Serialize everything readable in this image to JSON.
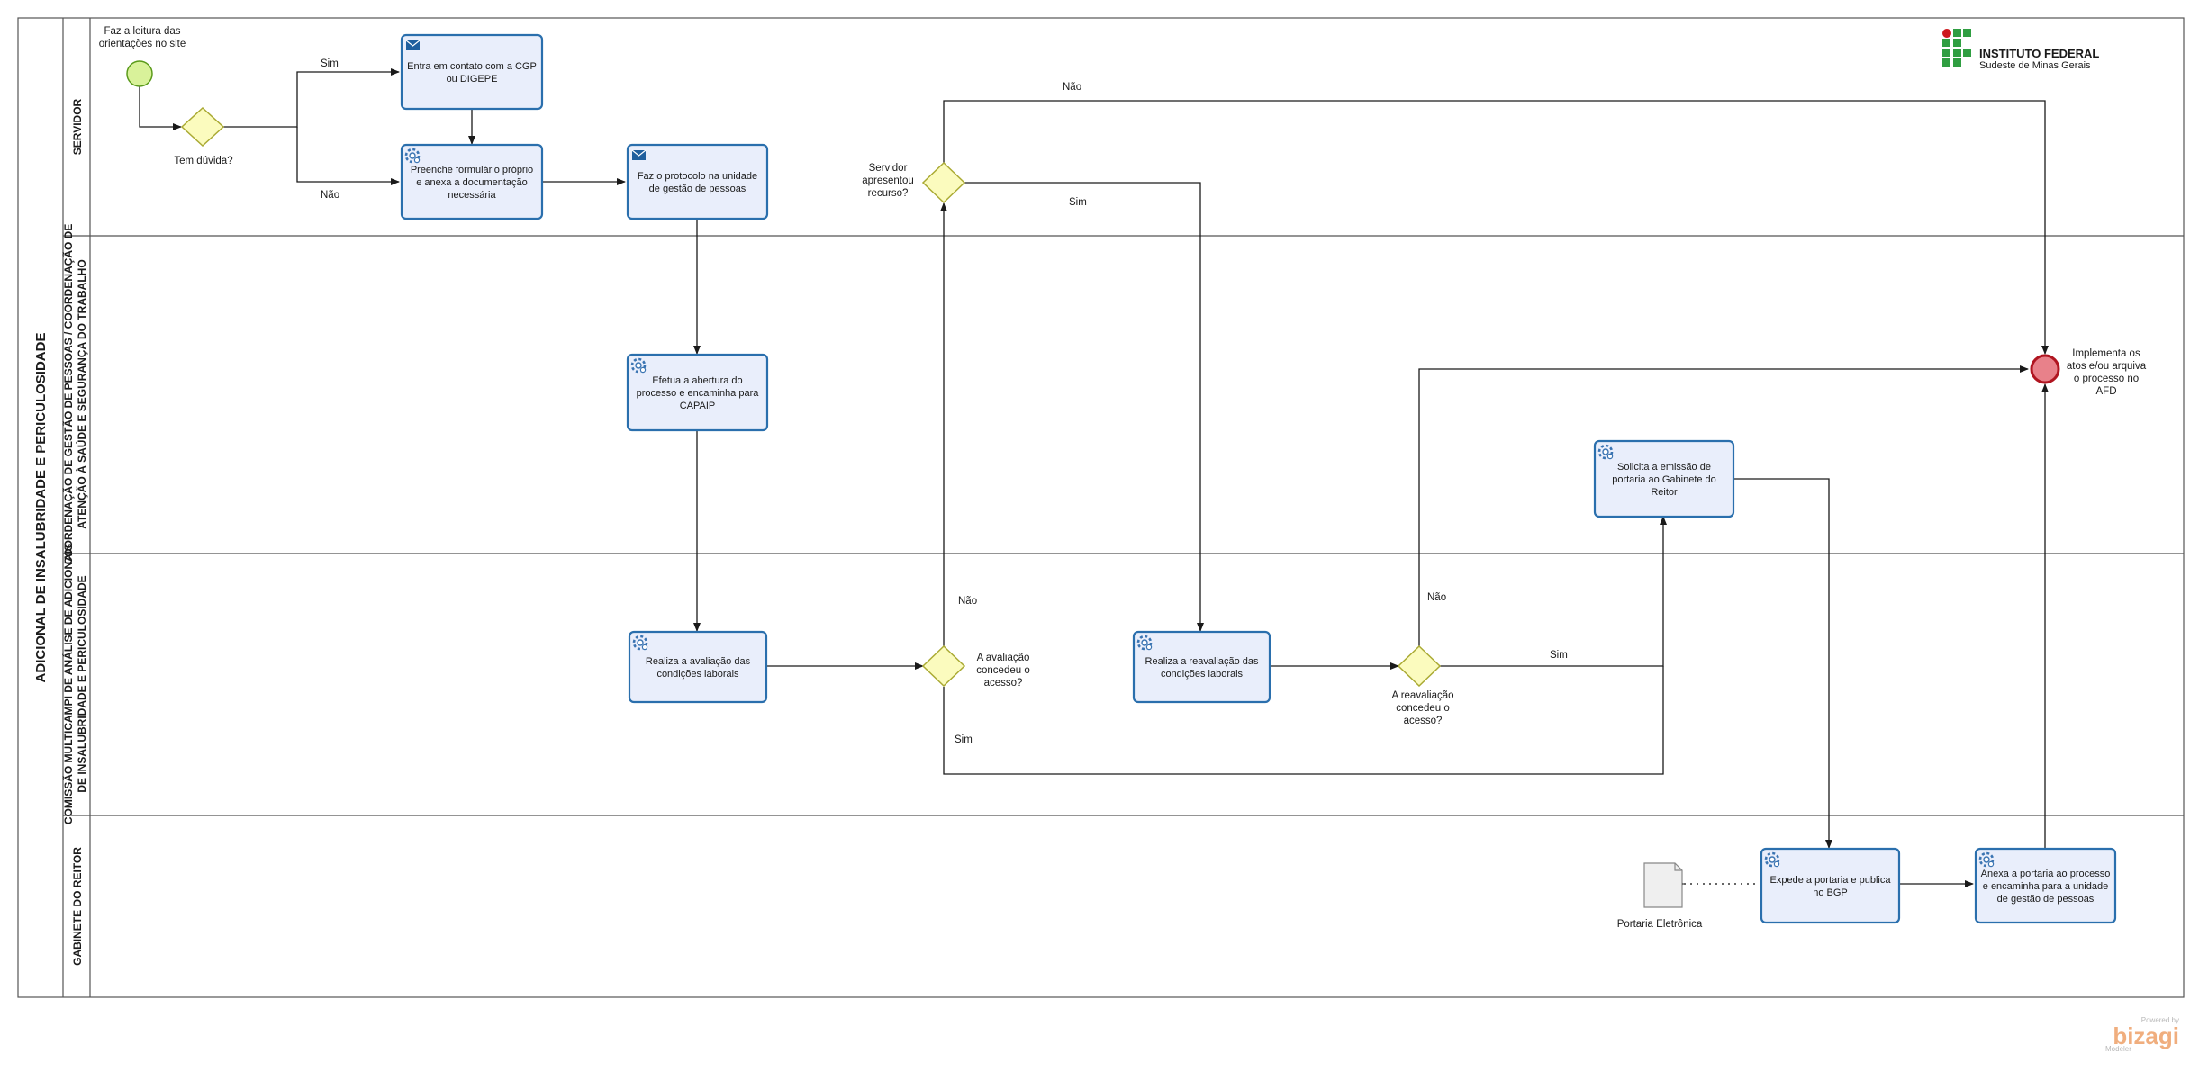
{
  "pool": {
    "title": "ADICIONAL DE INSALUBRIDADE E PERICULOSIDADE"
  },
  "lanes": [
    {
      "id": "servidor",
      "lines": [
        "SERVIDOR"
      ]
    },
    {
      "id": "coordenacao",
      "lines": [
        "COORDENAÇÃO DE GESTÃO DE PESSOAS / COORDENAÇÃO DE",
        "ATENÇÃO À SAÚDE E SEGURANÇA DO TRABALHO"
      ]
    },
    {
      "id": "comissao",
      "lines": [
        "COMISSÃO MULTICAMPI DE ANÁLISE DE ADICIONAIS",
        "DE INSALUBRIDADE E PERICULOSIDADE"
      ]
    },
    {
      "id": "gabinete",
      "lines": [
        "GABINETE DO REITOR"
      ]
    }
  ],
  "brand": {
    "name": "INSTITUTO FEDERAL",
    "sub": "Sudeste de Minas Gerais",
    "colors": {
      "green": "#2f9e41",
      "red": "#cd191e"
    }
  },
  "events": {
    "start": {
      "label_lines": [
        "Faz a leitura das",
        "orientações no site"
      ],
      "color": "#d9f29a"
    },
    "end": {
      "label_lines": [
        "Implementa os",
        "atos e/ou arquiva",
        "o processo no",
        "AFD"
      ],
      "color": "#e8818a"
    }
  },
  "tasks": [
    {
      "id": "t1",
      "icon": "envelope-icon",
      "lines": [
        "Entra em contato com a CGP",
        "ou DIGEPE"
      ]
    },
    {
      "id": "t2",
      "icon": "gear-icon",
      "lines": [
        "Preenche formulário próprio",
        "e anexa a documentação",
        "necessária"
      ]
    },
    {
      "id": "t3",
      "icon": "envelope-icon",
      "lines": [
        "Faz o protocolo na unidade",
        "de gestão de pessoas"
      ]
    },
    {
      "id": "t4",
      "icon": "gear-icon",
      "lines": [
        "Efetua a abertura do",
        "processo e encaminha para",
        "CAPAIP"
      ]
    },
    {
      "id": "t5",
      "icon": "gear-icon",
      "lines": [
        "Realiza a avaliação das",
        "condições laborais"
      ]
    },
    {
      "id": "t6",
      "icon": "gear-icon",
      "lines": [
        "Realiza a reavaliação das",
        "condições laborais"
      ]
    },
    {
      "id": "t7",
      "icon": "gear-icon",
      "lines": [
        "Solicita a emissão de",
        "portaria ao Gabinete do",
        "Reitor"
      ]
    },
    {
      "id": "t8",
      "icon": "gear-icon",
      "lines": [
        "Expede a portaria e publica",
        "no BGP"
      ]
    },
    {
      "id": "t9",
      "icon": "gear-icon",
      "lines": [
        "Anexa a portaria ao processo",
        "e encaminha para a unidade",
        "de gestão de pessoas"
      ]
    }
  ],
  "gateways": [
    {
      "id": "g1",
      "lines": [
        "Tem dúvida?"
      ]
    },
    {
      "id": "g2",
      "lines": [
        "Servidor",
        "apresentou",
        "recurso?"
      ]
    },
    {
      "id": "g3",
      "lines": [
        "A avaliação",
        "concedeu o",
        "acesso?"
      ]
    },
    {
      "id": "g4",
      "lines": [
        "A reavaliação",
        "concedeu o",
        "acesso?"
      ]
    }
  ],
  "flow_labels": {
    "g1_yes": "Sim",
    "g1_no": "Não",
    "g2_no": "Não",
    "g2_yes": "Sim",
    "g3_no": "Não",
    "g3_yes": "Sim",
    "g4_no": "Não",
    "g4_yes": "Sim"
  },
  "artifact": {
    "label": "Portaria Eletrônica"
  },
  "watermark": {
    "powered": "Powered by",
    "name": "bizagi",
    "sub": "Modeler"
  }
}
